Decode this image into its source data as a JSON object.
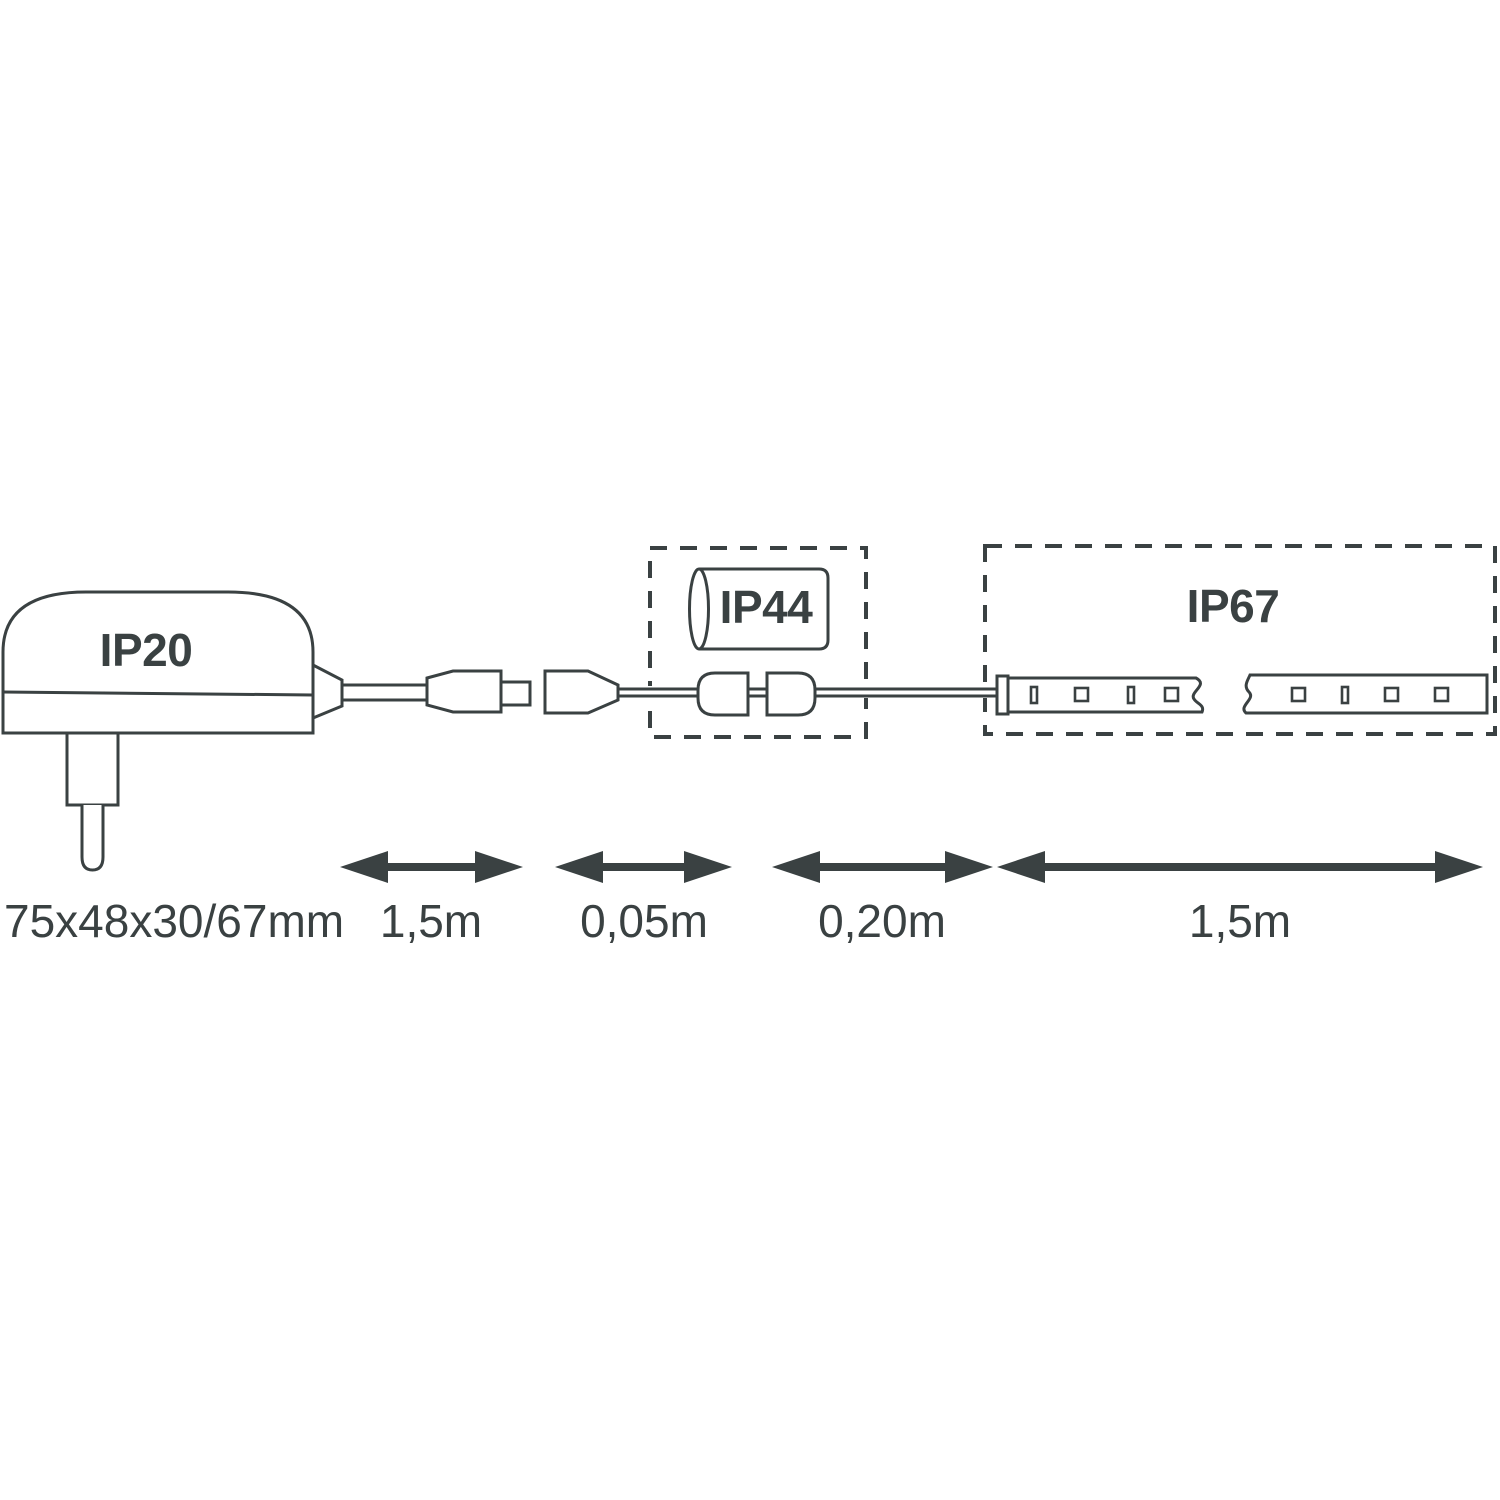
{
  "colors": {
    "ink": "#3a4142",
    "background": "#ffffff"
  },
  "power_supply": {
    "protection_class": "IP20",
    "dimensions": "75x48x30/67mm"
  },
  "inline_connector": {
    "protection_class": "IP44"
  },
  "led_strip": {
    "protection_class": "IP67"
  },
  "measurements": [
    "1,5m",
    "0,05m",
    "0,20m",
    "1,5m"
  ]
}
